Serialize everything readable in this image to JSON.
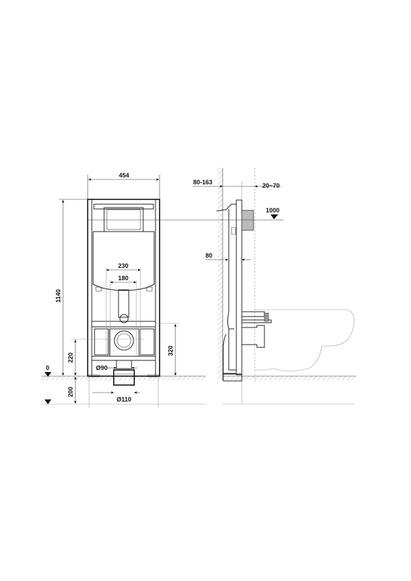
{
  "front_view": {
    "width_label": "454",
    "height_label": "1140",
    "outer_spacing_label": "230",
    "inner_spacing_label": "180",
    "inlet_height_label": "320",
    "outlet_height_label": "220",
    "floor_level_label": "0",
    "below_floor_label": "200",
    "outlet_diameter_small": "Ø90",
    "outlet_diameter_large": "Ø110"
  },
  "side_view": {
    "wall_gap_label": "80-163",
    "front_gap_label": "20~70",
    "flush_height_label": "1000",
    "frame_depth_label": "80"
  }
}
